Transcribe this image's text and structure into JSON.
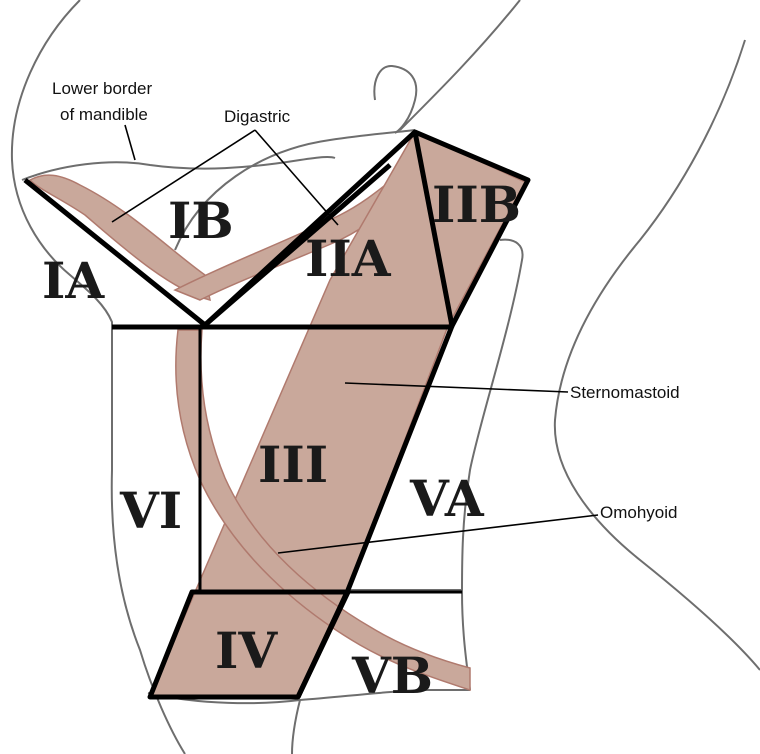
{
  "levels": {
    "ia": "IA",
    "ib": "IB",
    "iia": "IIA",
    "iib": "IIB",
    "iii": "III",
    "iv": "IV",
    "va": "VA",
    "vb": "VB",
    "vi": "VI"
  },
  "annotations": {
    "lower_border_line1": "Lower border",
    "lower_border_line2": "of mandible",
    "digastric": "Digastric",
    "sternomastoid": "Sternomastoid",
    "omohyoid": "Omohyoid"
  },
  "colors": {
    "muscle_fill": "#c9a89b",
    "muscle_edge": "#b07a6e",
    "outline": "#6e6e6e",
    "boundary": "#000000"
  }
}
